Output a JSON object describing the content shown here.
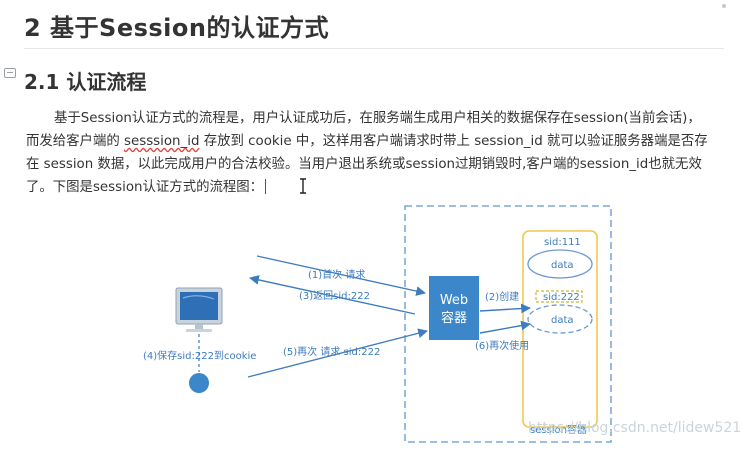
{
  "article": {
    "heading1": "2 基于Session的认证方式",
    "heading2": "2.1 认证流程",
    "paragraph": {
      "line1": "基于Session认证方式的流程是，用户认证成功后，在服务端生成用户相关的数据保存在session(当前会话)，",
      "line2_a": "而发给客户端的 ",
      "line2_spell": "sesssion_id",
      "line2_b": " 存放到 cookie 中，这样用客户端请求时带上 session_id 就可以验证服务器端是否存",
      "line3": "在 session 数据，以此完成用户的合法校验。当用户退出系统或session过期销毁时,客户端的session_id也就无效",
      "line4": "了。下图是session认证方式的流程图："
    }
  },
  "diagram": {
    "web_server": "Web\n容器",
    "web_line1": "Web",
    "web_line2": "容器",
    "arrow1": "(1)首次 请求",
    "arrow3": "(3)返回sid:222",
    "arrow2": "(2)创建",
    "arrow6": "(6)再次使用",
    "arrow5": "(5)再次 请求  sid:222",
    "arrow4": "(4)保存sid:222到cookie",
    "session1_sid": "sid:111",
    "session1_data": "data",
    "session2_sid": "sid:222",
    "session2_data": "data",
    "container_label": "session容器"
  },
  "watermark": "https://blog.csdn.net/lidew521",
  "colors": {
    "diagram_blue": "#3d7cc0",
    "web_box": "#3b87c9",
    "session_container": "#f2c94c",
    "session_sid_box": "#c8b93a",
    "outer_dashed": "#7fa9d6"
  }
}
